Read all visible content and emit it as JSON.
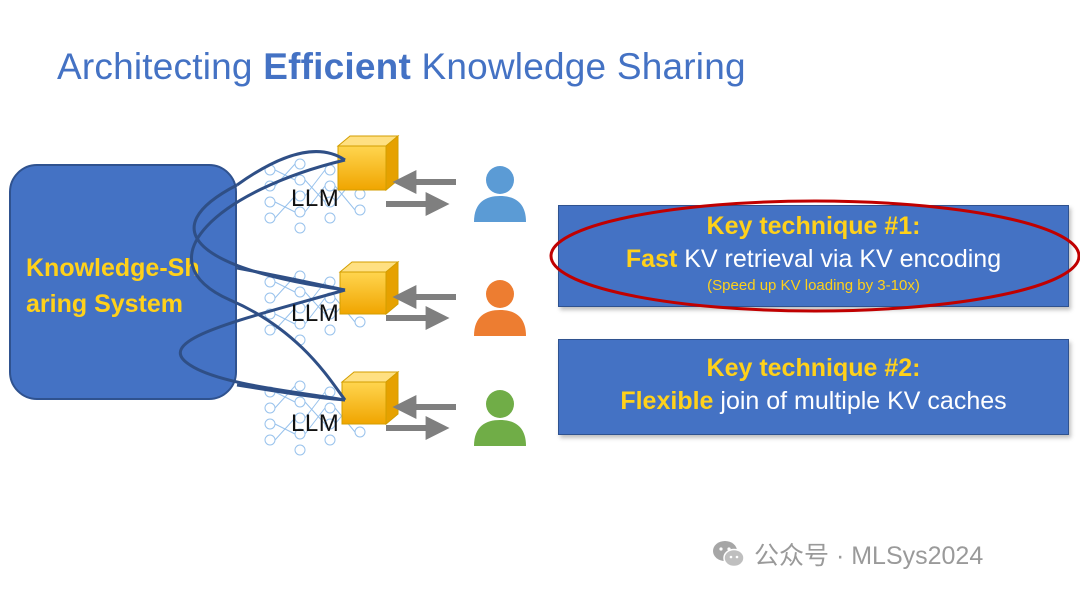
{
  "title": {
    "before": "Architecting ",
    "bold": "Efficient",
    "after": " Knowledge Sharing"
  },
  "system": {
    "label": "Knowledge-Sh\naring System"
  },
  "llms": [
    {
      "label": "LLM"
    },
    {
      "label": "LLM"
    },
    {
      "label": "LLM"
    }
  ],
  "users": [
    {
      "icon": "user-icon",
      "color": "#5b9bd5"
    },
    {
      "icon": "user-icon",
      "color": "#ed7d31"
    },
    {
      "icon": "user-icon",
      "color": "#70ad47"
    }
  ],
  "techniques": [
    {
      "heading": "Key technique #1:",
      "highlight": "Fast",
      "rest": " KV retrieval via KV encoding",
      "note": "(Speed up KV loading by 3-10x)"
    },
    {
      "heading": "Key technique #2:",
      "highlight": "Flexible",
      "rest": " join of multiple KV caches"
    }
  ],
  "watermark": {
    "text": "公众号 · MLSys2024",
    "icon": "wechat-icon"
  },
  "colors": {
    "accent": "#4472c4",
    "highlight": "#ffd11a",
    "ellipse": "#c00000",
    "cube": "#ffc000"
  }
}
